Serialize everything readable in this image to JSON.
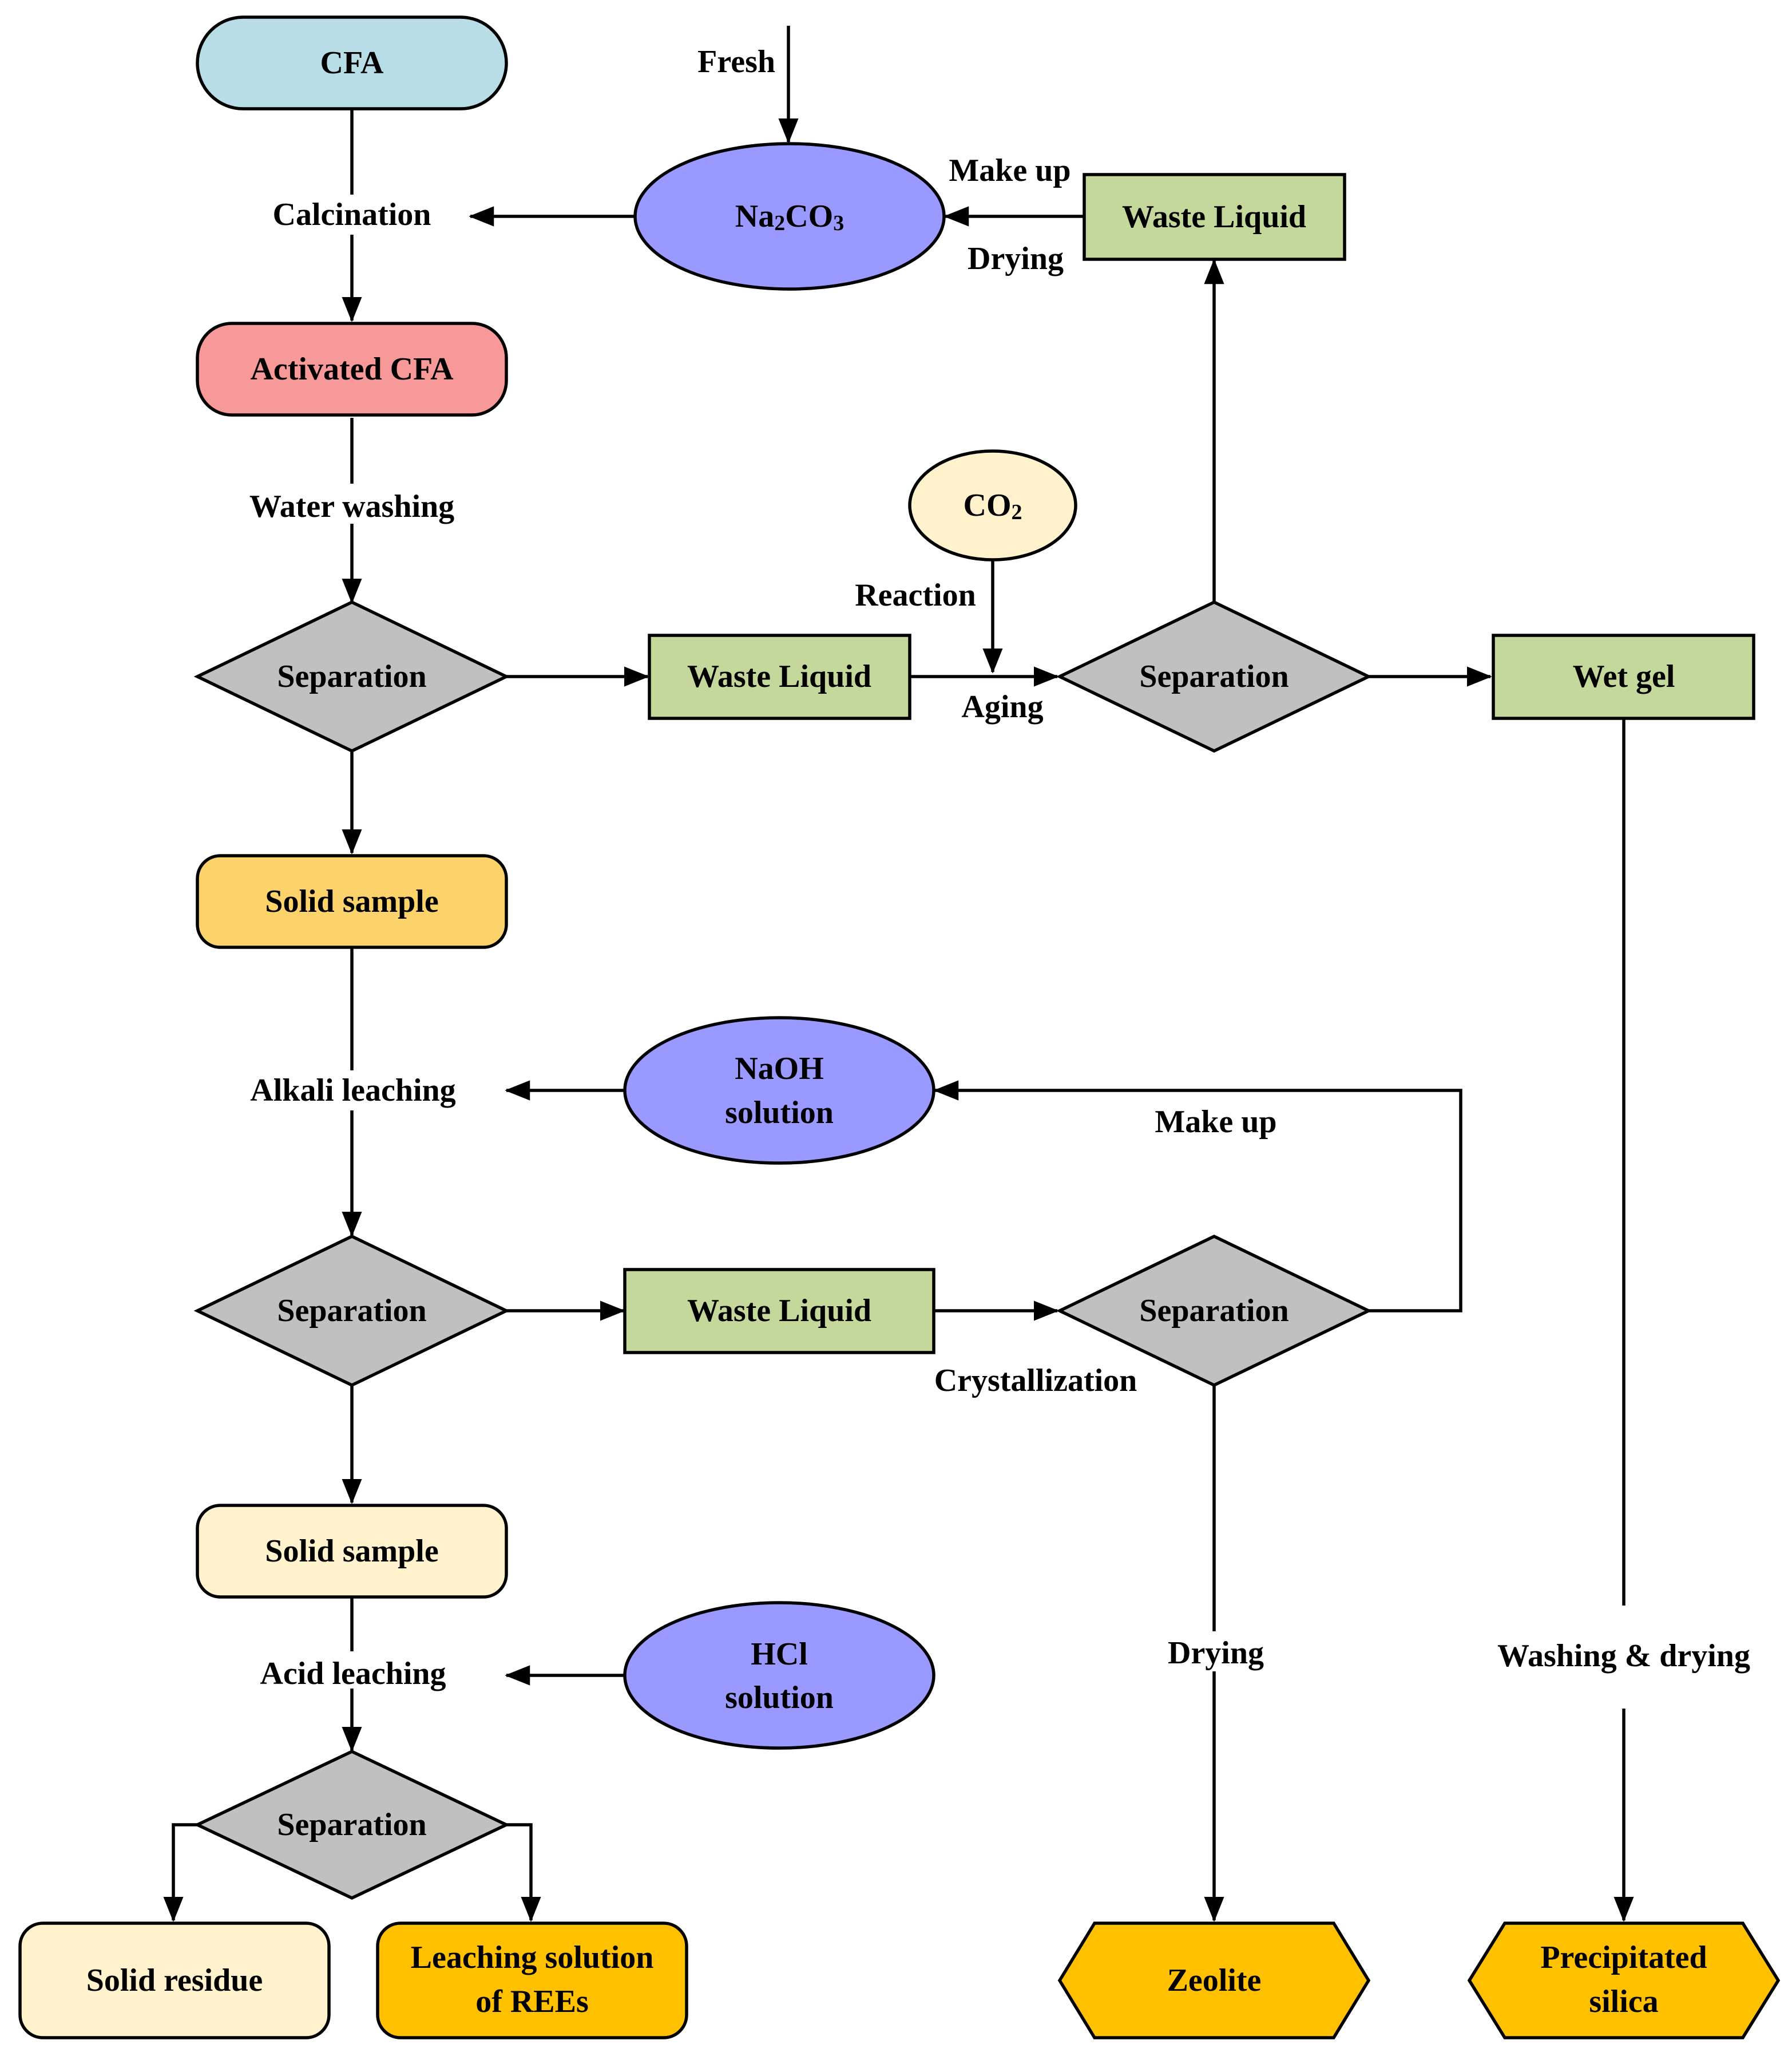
{
  "nodes": {
    "cfa": "CFA",
    "activated_cfa": "Activated CFA",
    "sep1": "Separation",
    "solid1": "Solid sample",
    "sep2": "Separation",
    "solid2": "Solid sample",
    "sep3": "Separation",
    "solid_residue": "Solid residue",
    "leach_line1": "Leaching solution",
    "leach_line2": "of REEs",
    "na2co3_a": "Na",
    "na2co3_b": "2",
    "na2co3_c": "CO",
    "na2co3_d": "3",
    "waste_top": "Waste Liquid",
    "co2_a": "CO",
    "co2_b": "2",
    "waste_mid": "Waste Liquid",
    "sep_mid": "Separation",
    "wet_gel": "Wet gel",
    "naoh_line1": "NaOH",
    "naoh_line2": "solution",
    "waste_low": "Waste Liquid",
    "sep_low": "Separation",
    "hcl_line1": "HCl",
    "hcl_line2": "solution",
    "zeolite": "Zeolite",
    "silica_line1": "Precipitated",
    "silica_line2": "silica"
  },
  "edges": {
    "fresh": "Fresh",
    "calcination": "Calcination",
    "make_up_top": "Make up",
    "drying_top": "Drying",
    "water_washing": "Water washing",
    "reaction": "Reaction",
    "aging": "Aging",
    "alkali_leaching": "Alkali leaching",
    "make_up_low": "Make up",
    "crystallization": "Crystallization",
    "acid_leaching": "Acid leaching",
    "drying_low": "Drying",
    "washing_drying": "Washing & drying"
  },
  "colors": {
    "cfa": "#b8dde6",
    "activated": "#f89999",
    "solid1": "#fcd36b",
    "solid2": "#fff2cc",
    "separation": "#c0c0c0",
    "waste": "#c5d89b",
    "reagent": "#9999ff",
    "co2": "#fff2cc",
    "product": "#ffc000"
  }
}
